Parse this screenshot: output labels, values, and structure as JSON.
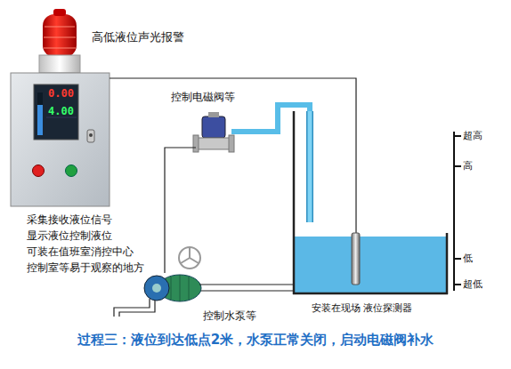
{
  "diagram": {
    "caption": "过程三：液位到达低点2米，水泵正常关闭，启动电磁阀补水",
    "nodes": [
      {
        "text": [
          "高低液位声光报警"
        ]
      },
      {
        "text": [
          "0.00",
          "4.00"
        ]
      },
      {
        "text": [
          "控制电磁阀等"
        ]
      },
      {
        "text": [
          "控制水泵等"
        ]
      },
      {
        "text": [
          "安装在现场 液位探测器"
        ]
      }
    ],
    "edges": [
      {
        "from": 1,
        "to": 4,
        "arrow": "none"
      },
      {
        "from": 2,
        "to": 4,
        "arrow": "none"
      },
      {
        "from": 2,
        "to": 3,
        "arrow": "none"
      },
      {
        "from": 3,
        "to": 4,
        "arrow": "none"
      }
    ],
    "labels": [
      "采集接收液位信号 显示液位控制液位 可装在值班室消控中心 控制室等易于观察的地方",
      "超高",
      "高",
      "低",
      "超低"
    ]
  }
}
